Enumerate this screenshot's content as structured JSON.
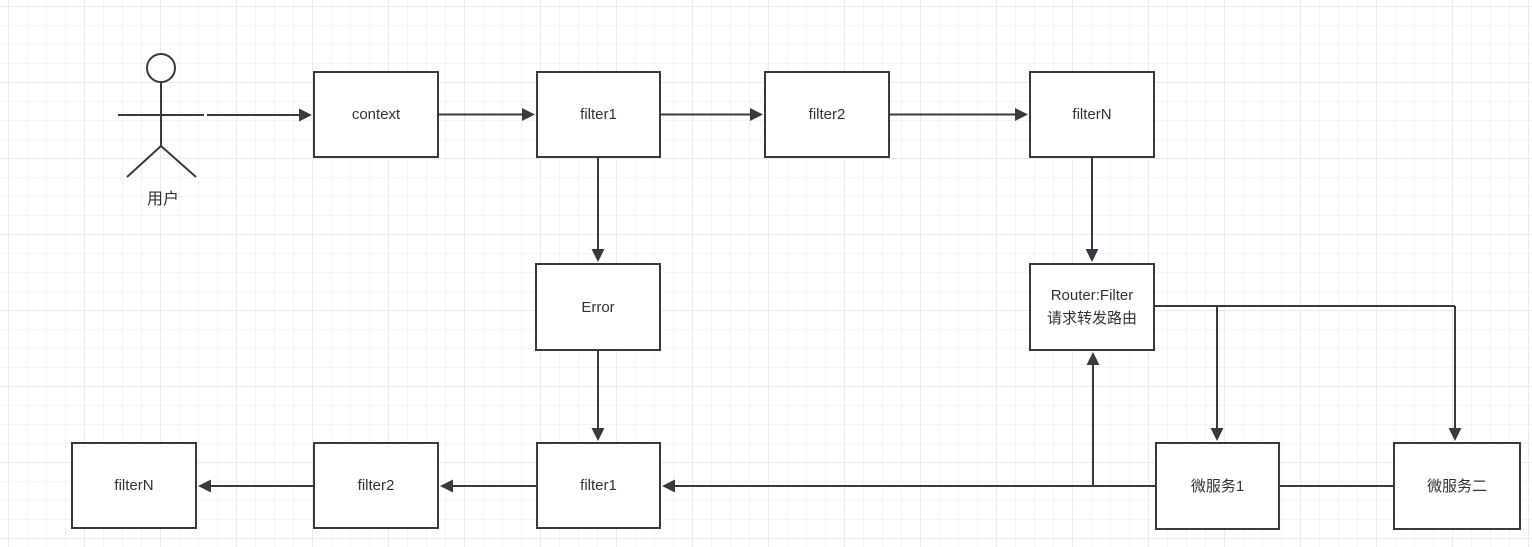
{
  "diagram": {
    "description": "Gateway filter chain flow diagram on grid canvas",
    "actor": {
      "label": "用户"
    },
    "nodes": {
      "context": "context",
      "filter1_top": "filter1",
      "filter2_top": "filter2",
      "filterN_top": "filterN",
      "error": "Error",
      "router": "Router:Filter\n请求转发路由",
      "filterN_bottom": "filterN",
      "filter2_bottom": "filter2",
      "filter1_bottom": "filter1",
      "service1": "微服务1",
      "service2": "微服务二"
    },
    "edges": [
      {
        "from": "用户",
        "to": "context",
        "type": "arrow"
      },
      {
        "from": "context",
        "to": "filter1",
        "type": "arrow"
      },
      {
        "from": "filter1",
        "to": "filter2",
        "type": "arrow"
      },
      {
        "from": "filter2",
        "to": "filterN",
        "type": "arrow"
      },
      {
        "from": "filter1",
        "to": "Error",
        "type": "arrow"
      },
      {
        "from": "Error",
        "to": "filter1 (bottom)",
        "type": "arrow"
      },
      {
        "from": "filterN",
        "to": "Router:Filter 请求转发路由",
        "type": "arrow"
      },
      {
        "from": "Router:Filter 请求转发路由",
        "to": "微服务1",
        "type": "arrow"
      },
      {
        "from": "Router:Filter 请求转发路由",
        "to": "微服务二",
        "type": "arrow"
      },
      {
        "from": "微服务1",
        "to": "微服务二",
        "type": "line"
      },
      {
        "from": "微服务1",
        "to": "Router:Filter 请求转发路由",
        "type": "arrow"
      },
      {
        "from": "微服务1",
        "to": "filter1 (bottom)",
        "type": "arrow"
      },
      {
        "from": "filter1 (bottom)",
        "to": "filter2 (bottom)",
        "type": "arrow"
      },
      {
        "from": "filter2 (bottom)",
        "to": "filterN (bottom)",
        "type": "arrow"
      }
    ],
    "colors": {
      "stroke": "#363b41",
      "text": "#333333",
      "node_fill": "#ffffff",
      "grid_minor": "#f4f4f6",
      "grid_major": "#e9eaec",
      "background": "#ffffff"
    }
  }
}
